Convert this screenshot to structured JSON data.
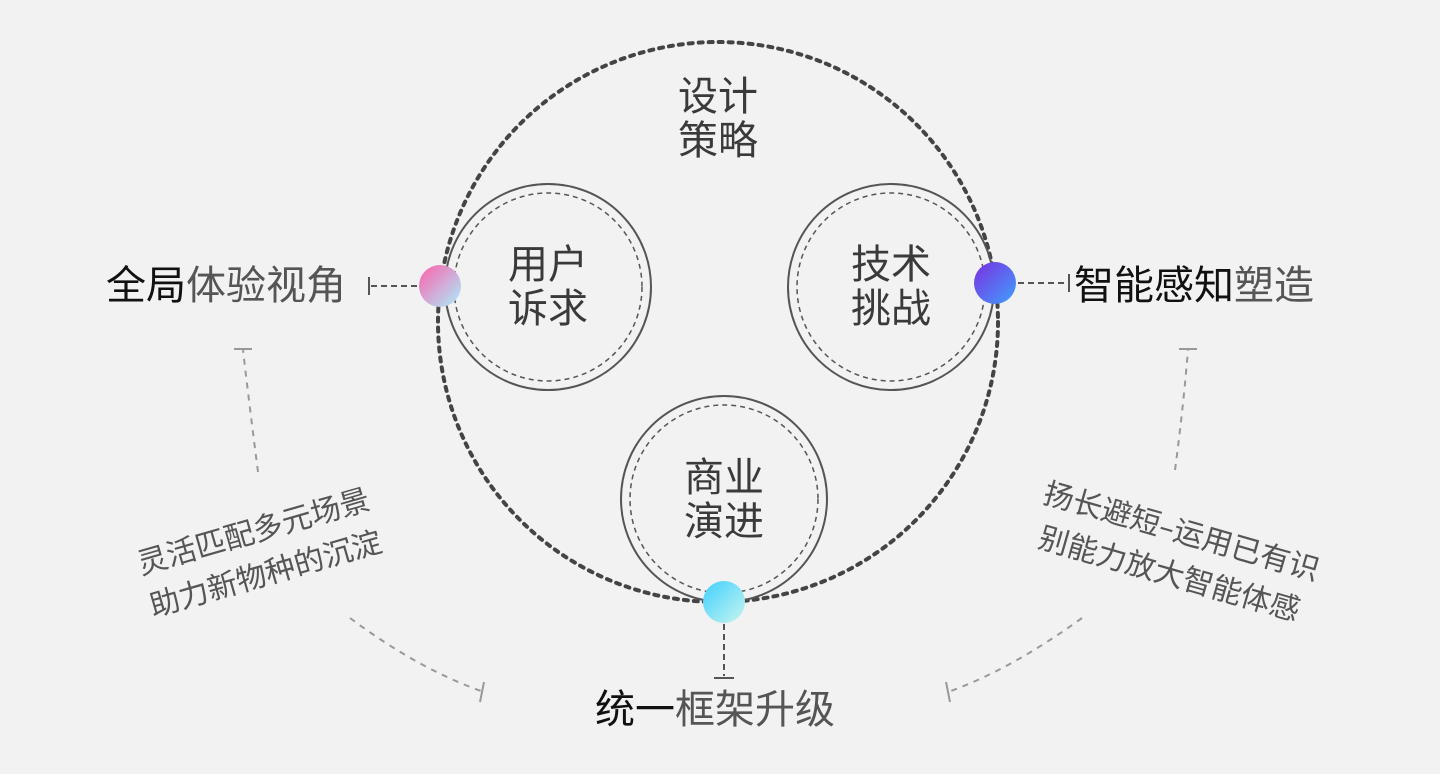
{
  "center": {
    "line1": "设计",
    "line2": "策略"
  },
  "nodes": {
    "user": {
      "line1": "用户",
      "line2": "诉求"
    },
    "tech": {
      "line1": "技术",
      "line2": "挑战"
    },
    "business": {
      "line1": "商业",
      "line2": "演进"
    }
  },
  "left_label": {
    "bold": "全局",
    "rest": "体验视角"
  },
  "right_label": {
    "bold": "智能感知",
    "rest": "塑造"
  },
  "bottom_label": {
    "bold": "统一",
    "rest": "框架升级"
  },
  "notes": {
    "left": {
      "line1": "灵活匹配多元场景",
      "line2": "助力新物种的沉淀"
    },
    "right": {
      "line1": "扬长避短–运用已有识",
      "line2": "别能力放大智能体感"
    }
  },
  "colors": {
    "background": "#f2f2f2",
    "dot_left": [
      "#ff5fa8",
      "#a8f0ff"
    ],
    "dot_right": [
      "#7b2fe0",
      "#3fa0ff"
    ],
    "dot_bottom": [
      "#3fd0ff",
      "#c8f5ee"
    ]
  }
}
